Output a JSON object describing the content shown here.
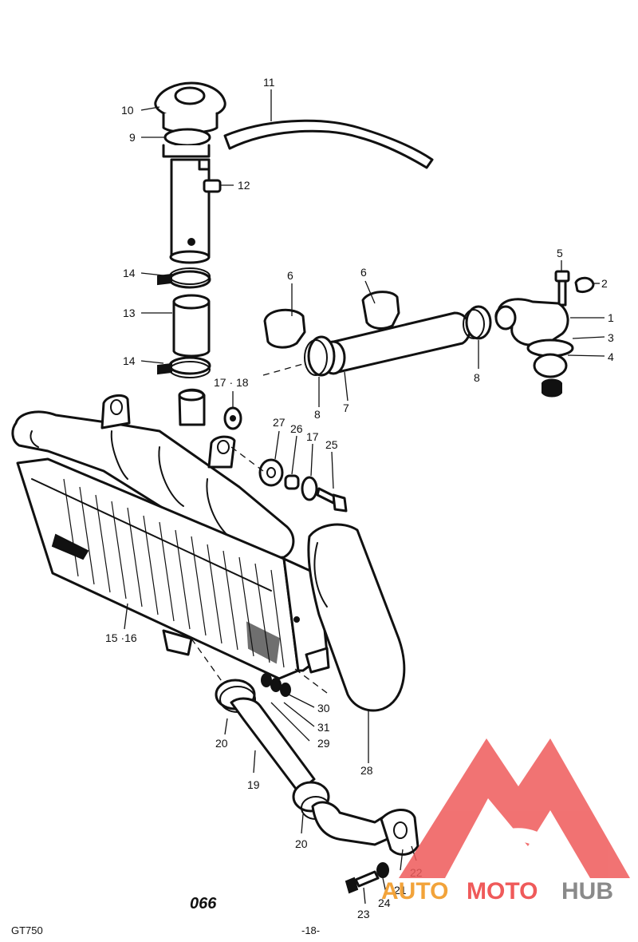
{
  "callouts": {
    "c10": "10",
    "c9": "9",
    "c11": "11",
    "c12": "12",
    "c14a": "14",
    "c13": "13",
    "c14b": "14",
    "c6a": "6",
    "c6b": "6",
    "c5": "5",
    "c2": "2",
    "c1": "1",
    "c3": "3",
    "c4": "4",
    "c8a": "8",
    "c7": "7",
    "c8b": "8",
    "c17_18": "17 · 18",
    "c27": "27",
    "c26": "26",
    "c17": "17",
    "c25": "25",
    "c15_16": "15 ·16",
    "c30": "30",
    "c31": "31",
    "c29": "29",
    "c28": "28",
    "c20a": "20",
    "c19": "19",
    "c20b": "20",
    "c21": "21",
    "c22": "22",
    "c23": "23",
    "c24": "24"
  },
  "page_code": "066",
  "model_label": "GT750",
  "page_number": "-18-",
  "watermark": {
    "part1": "AUTO",
    "part2": "MOTO",
    "part3": "HUB",
    "colors": {
      "logo": "#ef5a5a",
      "auto": "#f2a33a",
      "moto": "#ef5a5a",
      "hub": "#8a8a8a"
    }
  }
}
